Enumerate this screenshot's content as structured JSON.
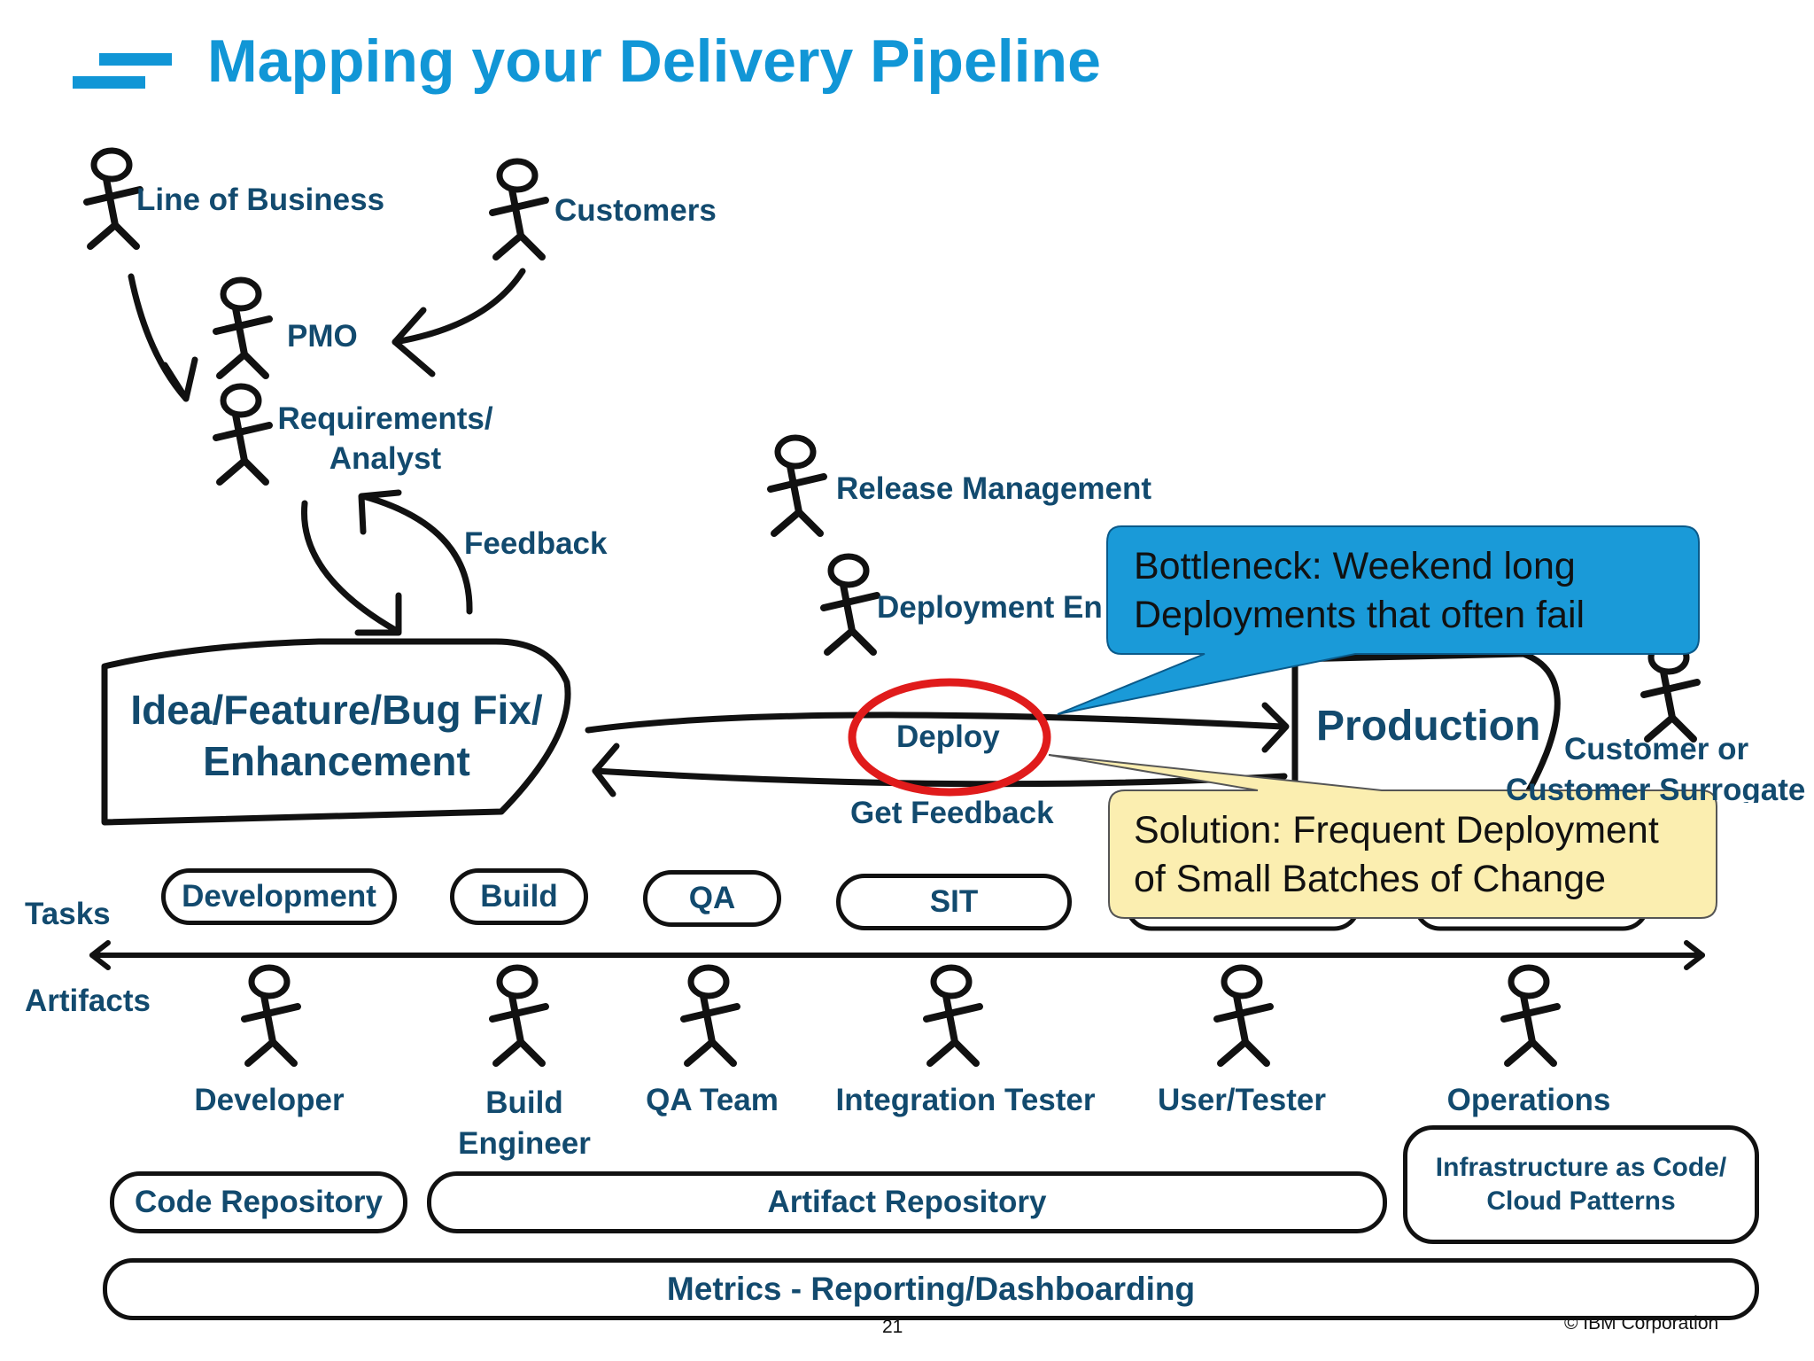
{
  "title": "Mapping your Delivery Pipeline",
  "roles_top": {
    "line_of_business": "Line of Business",
    "customers": "Customers",
    "pmo": "PMO",
    "requirements_line1": "Requirements/",
    "requirements_line2": "Analyst",
    "feedback": "Feedback",
    "release_management": "Release Management",
    "deployment_engineer_visible": "Deployment En",
    "customer_line1": "Customer or",
    "customer_line2_partial": "Customer Surrogate"
  },
  "idea_box": {
    "line1": "Idea/Feature/Bug Fix/",
    "line2": "Enhancement"
  },
  "flow": {
    "deploy": "Deploy",
    "get_feedback": "Get Feedback",
    "production": "Production"
  },
  "callouts": {
    "bottleneck_line1": "Bottleneck: Weekend long",
    "bottleneck_line2": "Deployments that often fail",
    "solution_line1": "Solution: Frequent Deployment",
    "solution_line2": "of Small Batches of Change"
  },
  "axis": {
    "tasks": "Tasks",
    "artifacts": "Artifacts"
  },
  "tasks": [
    "Development",
    "Build",
    "QA",
    "SIT"
  ],
  "people": {
    "developer": "Developer",
    "build_engineer_line1": "Build",
    "build_engineer_line2": "Engineer",
    "qa_team": "QA Team",
    "integration_tester": "Integration Tester",
    "user_tester": "User/Tester",
    "operations": "Operations"
  },
  "repositories": {
    "code": "Code Repository",
    "artifact": "Artifact Repository",
    "infra_line1": "Infrastructure as Code/",
    "infra_line2": "Cloud Patterns",
    "metrics": "Metrics - Reporting/Dashboarding"
  },
  "footer": {
    "page_number": "21",
    "copyright": "© IBM Corporation"
  },
  "colors": {
    "title_blue": "#1196d6",
    "label_navy": "#124a6e",
    "bottleneck_fill": "#1a9ad8",
    "solution_fill": "#fbeeb0",
    "highlight_red": "#e01b1b"
  },
  "icons": {
    "person": "stick-figure-icon",
    "logo": "stripes-logo-icon"
  }
}
